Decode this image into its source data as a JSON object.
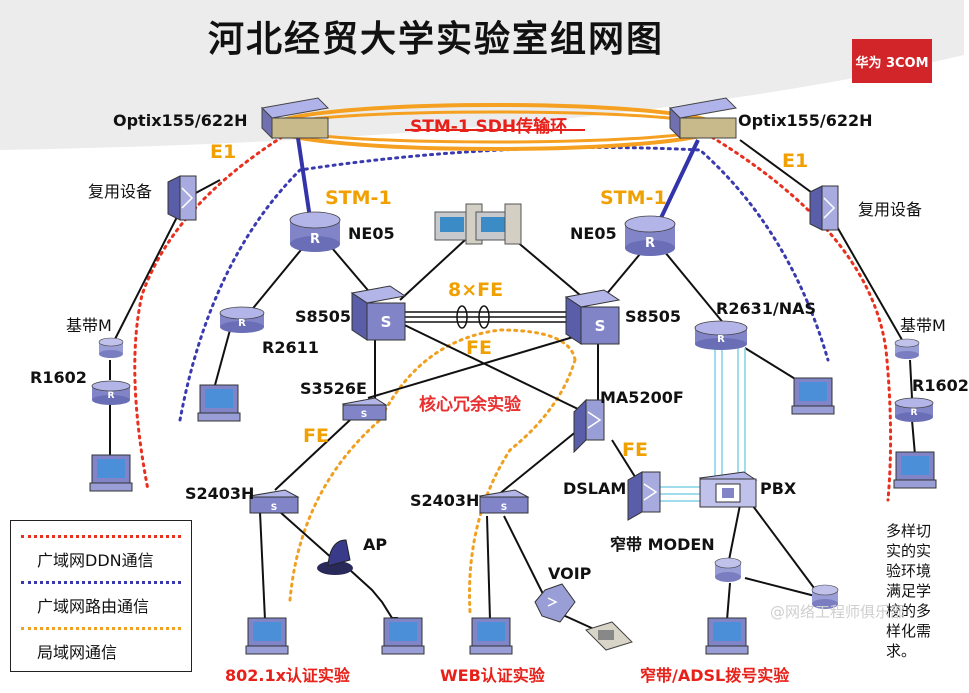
{
  "title": "河北经贸大学实验室组网图",
  "brand": "华为 3COM",
  "ring_label": "STM-1 SDH传输环",
  "labels": {
    "optix_left": "Optix155/622H",
    "optix_right": "Optix155/622H",
    "e1_left": "E1",
    "e1_right": "E1",
    "mux_left": "复用设备",
    "mux_right": "复用设备",
    "stm1_left": "STM-1",
    "stm1_right": "STM-1",
    "ne05_left": "NE05",
    "ne05_right": "NE05",
    "fe_8x": "8×FE",
    "s8505_left": "S8505",
    "s8505_right": "S8505",
    "fe_core": "FE",
    "r2611": "R2611",
    "r2631": "R2631/NAS",
    "baseband_left": "基带M",
    "baseband_right": "基带M",
    "r1602_left": "R1602",
    "r1602_right": "R1602",
    "s3526e": "S3526E",
    "core_redundancy": "核心冗余实验",
    "ma5200f": "MA5200F",
    "fe_left": "FE",
    "fe_right": "FE",
    "s2403h_left": "S2403H",
    "s2403h_mid": "S2403H",
    "dslam": "DSLAM",
    "pbx": "PBX",
    "ap": "AP",
    "voip": "VOIP",
    "modem": "窄带 MODEN",
    "exp_8021x": "802.1x认证实验",
    "exp_web": "WEB认证实验",
    "exp_adsl": "窄带/ADSL拨号实验"
  },
  "legend": {
    "ddn": "广域网DDN通信",
    "routing": "广域网路由通信",
    "lan": "局域网通信"
  },
  "note": "多样切实的实验环境满足学校的多样化需求。",
  "watermark": "@网络工程师俱乐部",
  "colors": {
    "ddn": "#e8301e",
    "routing": "#3a3ab0",
    "lan": "#f0a020",
    "ring": "#f5a020",
    "stm_link": "#3333aa",
    "cable": "#111111",
    "cyan_link": "#7fd0e8"
  }
}
